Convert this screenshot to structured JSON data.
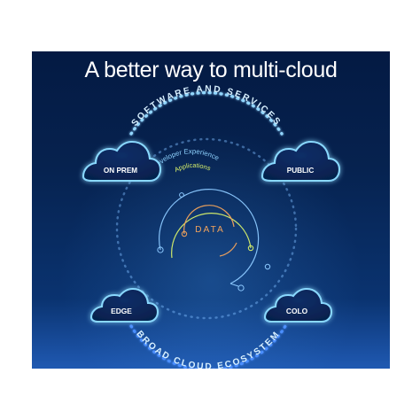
{
  "title": "A better way to multi-cloud",
  "diagram": {
    "arc_top_label": "SOFTWARE AND SERVICES",
    "arc_bottom_label": "BROAD CLOUD ECOSYSTEM",
    "ring_outer_label": "Developer Experience",
    "ring_inner_label": "Applications",
    "center_label": "DATA",
    "clouds": {
      "top_left": "ON PREM",
      "top_right": "PUBLIC",
      "bottom_left": "EDGE",
      "bottom_right": "COLO"
    }
  },
  "colors": {
    "white": "#ffffff",
    "blue_light": "#8fd3ff",
    "orange": "#f2a35c",
    "yellow_green": "#d7f06a",
    "cloud_glow": "#84d2ff"
  }
}
